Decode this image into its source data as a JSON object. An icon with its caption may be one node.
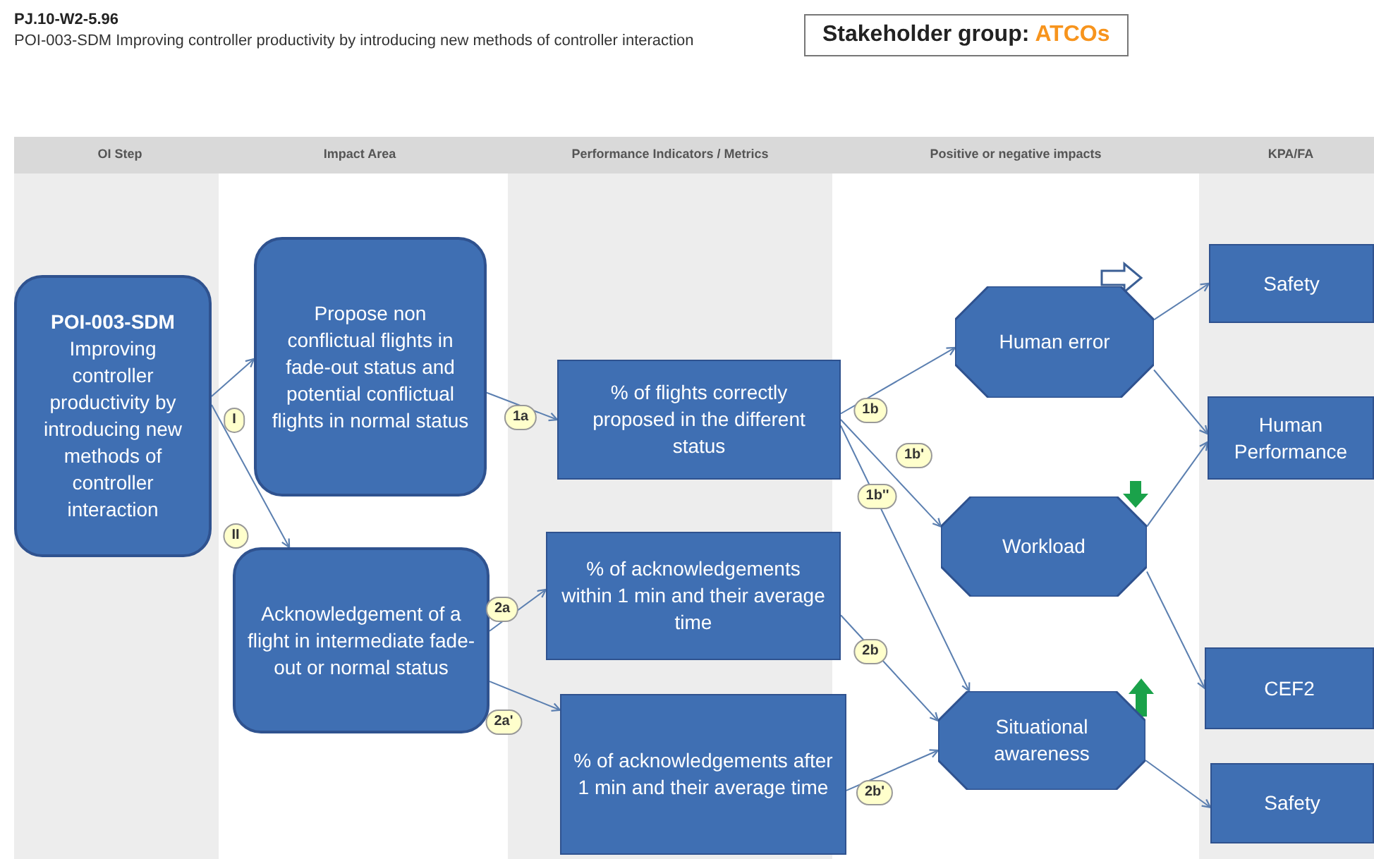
{
  "diagram": {
    "title": "PJ.10-W2-5.96",
    "nodes": [
      {
        "text": [
          "POI-003-SDM",
          "Improving controller productivity by introducing new methods of controller interaction"
        ]
      },
      {
        "text": [
          "Propose non conflictual flights in fade-out status and potential conflictual flights in normal status"
        ]
      },
      {
        "text": [
          "Acknowledgement of a flight in intermediate fade-out or normal status"
        ]
      },
      {
        "text": [
          "% of flights correctly proposed in the different status"
        ]
      },
      {
        "text": [
          "% of acknowledgements within 1 min and their average time"
        ]
      },
      {
        "text": [
          "% of acknowledgements after 1 min and their average time"
        ]
      },
      {
        "text": [
          "Human error"
        ]
      },
      {
        "text": [
          "Workload"
        ]
      },
      {
        "text": [
          "Situational awareness"
        ]
      },
      {
        "text": [
          "Safety"
        ]
      },
      {
        "text": [
          "Human Performance"
        ]
      },
      {
        "text": [
          "CEF2"
        ]
      },
      {
        "text": [
          "Safety"
        ]
      }
    ],
    "edges": [
      {
        "from": 0,
        "to": 1,
        "arrow": "to",
        "label": "I"
      },
      {
        "from": 0,
        "to": 2,
        "arrow": "to",
        "label": "II"
      },
      {
        "from": 1,
        "to": 3,
        "arrow": "to",
        "label": "1a"
      },
      {
        "from": 3,
        "to": 6,
        "arrow": "to",
        "label": "1b"
      },
      {
        "from": 3,
        "to": 7,
        "arrow": "to",
        "label": "1b'"
      },
      {
        "from": 3,
        "to": 8,
        "arrow": "to",
        "label": "1b''"
      },
      {
        "from": 2,
        "to": 4,
        "arrow": "to",
        "label": "2a"
      },
      {
        "from": 2,
        "to": 5,
        "arrow": "to",
        "label": "2a'"
      },
      {
        "from": 4,
        "to": 8,
        "arrow": "to",
        "label": "2b"
      },
      {
        "from": 5,
        "to": 8,
        "arrow": "to",
        "label": "2b'"
      },
      {
        "from": 6,
        "to": 9,
        "arrow": "to"
      },
      {
        "from": 6,
        "to": 10,
        "arrow": "to"
      },
      {
        "from": 7,
        "to": 10,
        "arrow": "to"
      },
      {
        "from": 7,
        "to": 11,
        "arrow": "to"
      },
      {
        "from": 8,
        "to": 12,
        "arrow": "to"
      }
    ],
    "labels": [
      "POI-003-SDM Improving controller productivity by introducing new methods of controller interaction",
      "Stakeholder group:",
      "ATCOs",
      "OI Step",
      "Impact Area",
      "Performance Indicators / Metrics",
      "Positive or negative impacts",
      "KPA/FA"
    ]
  }
}
